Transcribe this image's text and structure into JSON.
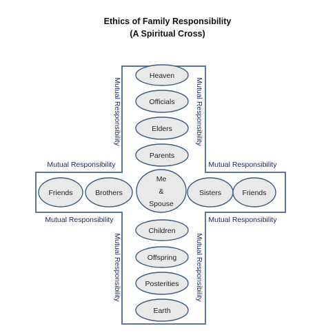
{
  "title": {
    "line1": "Ethics of Family Responsibility",
    "line2": "(A Spiritual Cross)"
  },
  "colors": {
    "outline": "#5b7799",
    "node_fill": "#e9e9e9",
    "node_stroke": "#3d5a80",
    "label_text": "#1f2a66"
  },
  "nodes": {
    "heaven": "Heaven",
    "officials": "Officials",
    "elders": "Elders",
    "parents": "Parents",
    "friends_left": "Friends",
    "brothers": "Brothers",
    "center_line1": "Me",
    "center_line2": "&",
    "center_line3": "Spouse",
    "sisters": "Sisters",
    "friends_right": "Friends",
    "children": "Children",
    "offspring": "Offspring",
    "posterities": "Posterities",
    "earth": "Earth"
  },
  "labels": {
    "mutual_responsibility": "Mutual Responsibility"
  }
}
